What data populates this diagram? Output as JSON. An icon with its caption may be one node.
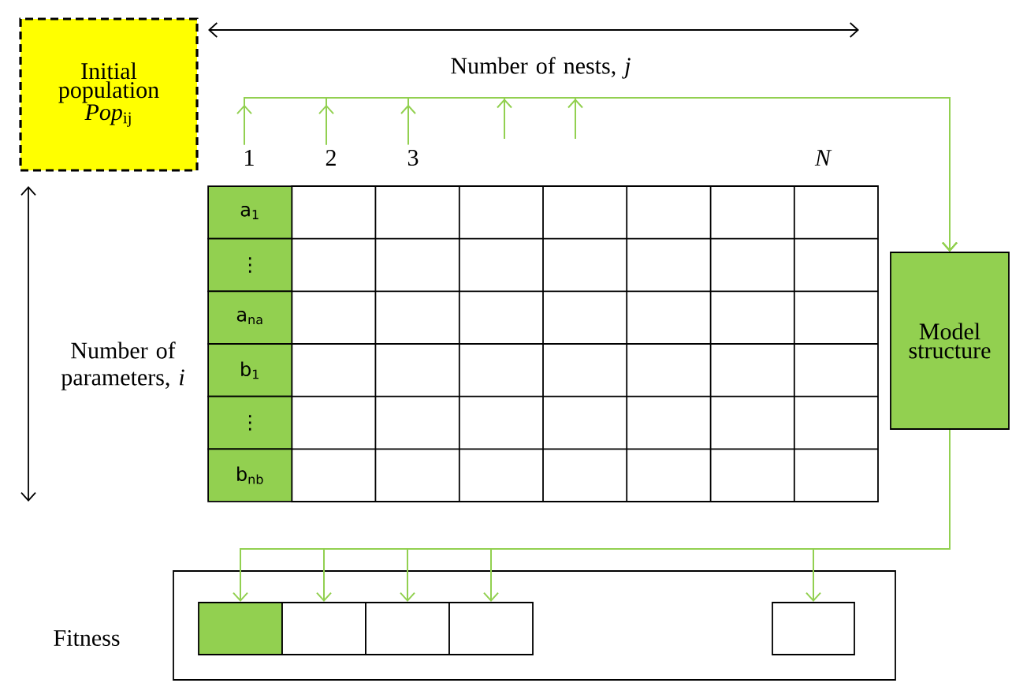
{
  "diagram": {
    "nodes": [
      {
        "text": [
          "Initial population *Pop*$_{ij}$"
        ]
      },
      {
        "text": [
          "1"
        ]
      },
      {
        "text": [
          "2"
        ]
      },
      {
        "text": [
          "3"
        ]
      },
      {
        "text": [
          "a$_{1}$"
        ]
      },
      {
        "text": [
          "⋮"
        ]
      },
      {
        "text": [
          "a$_{na}$"
        ]
      },
      {
        "text": [
          "b$_{1}$"
        ]
      },
      {
        "text": [
          "⋮"
        ]
      },
      {
        "text": [
          "b$_{nb}$"
        ]
      },
      {
        "text": [
          "Model structure"
        ]
      },
      {
        "text": [],
        "shape": "box",
        "beside": [
          "Fitness"
        ]
      },
      {
        "text": [],
        "shape": "box",
        "in": 11
      },
      {
        "text": [],
        "shape": "box",
        "in": 11
      },
      {
        "text": [],
        "shape": "box",
        "in": 11
      },
      {
        "text": [],
        "shape": "box",
        "in": 11
      },
      {
        "text": [],
        "shape": "box",
        "in": 11
      }
    ],
    "edges": [
      {
        "from": 1,
        "to": 10,
        "arrow": "to",
        "color": "#92d050"
      },
      {
        "from": 2,
        "to": 10,
        "arrow": "to",
        "color": "#92d050"
      },
      {
        "from": 3,
        "to": 10,
        "arrow": "to",
        "color": "#92d050"
      },
      {
        "from": null,
        "to": 10,
        "arrow": "to",
        "color": "#92d050"
      },
      {
        "from": null,
        "to": 10,
        "arrow": "to",
        "color": "#92d050"
      },
      {
        "from": 10,
        "to": 12,
        "arrow": "to",
        "color": "#92d050"
      },
      {
        "from": 10,
        "to": 13,
        "arrow": "to",
        "color": "#92d050"
      },
      {
        "from": 10,
        "to": 14,
        "arrow": "to",
        "color": "#92d050"
      },
      {
        "from": 10,
        "to": 15,
        "arrow": "to",
        "color": "#92d050"
      },
      {
        "from": 10,
        "to": 16,
        "arrow": "to",
        "color": "#92d050"
      }
    ],
    "labels": [
      "Number of nests, *j*",
      "N",
      "Number of parameters, *i*"
    ]
  }
}
